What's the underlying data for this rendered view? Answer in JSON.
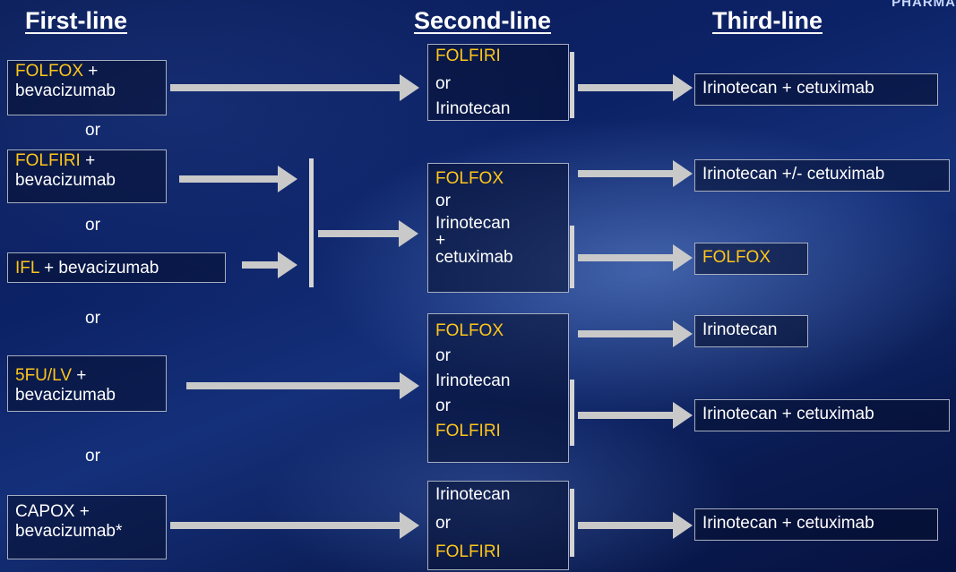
{
  "headers": {
    "first": "First-line",
    "second": "Second-line",
    "third": "Third-line",
    "corner": "PHARMA"
  },
  "first_line": {
    "folfox_bev": {
      "a": "FOLFOX",
      "b": " +",
      "c": "bevacizumab"
    },
    "folfiri_bev": {
      "a": "FOLFIRI",
      "b": " +",
      "c": "bevacizumab"
    },
    "ifl_bev": {
      "a": "IFL",
      "b": " + bevacizumab"
    },
    "fu_lv_bev": {
      "a": "5FU/LV",
      "b": " +",
      "c": "bevacizumab"
    },
    "capox_bev": {
      "a": "CAPOX +",
      "b": "bevacizumab*"
    },
    "or": "or"
  },
  "second_line": {
    "box1": [
      "FOLFIRI",
      "or",
      "Irinotecan"
    ],
    "box2": [
      "FOLFOX",
      "or",
      "Irinotecan",
      "+",
      "cetuximab"
    ],
    "box3": [
      "FOLFOX",
      "or",
      "Irinotecan",
      "or",
      "FOLFIRI"
    ],
    "box4": [
      "Irinotecan",
      "or",
      "FOLFIRI"
    ]
  },
  "third_line": {
    "t1": "Irinotecan + cetuximab",
    "t2": "Irinotecan +/- cetuximab",
    "t3": "FOLFOX",
    "t4": "Irinotecan",
    "t5": "Irinotecan + cetuximab",
    "t6": "Irinotecan + cetuximab"
  },
  "colors": {
    "highlight": "#ffc61a",
    "arrow": "#c9c9c9",
    "text": "#ffffff"
  }
}
